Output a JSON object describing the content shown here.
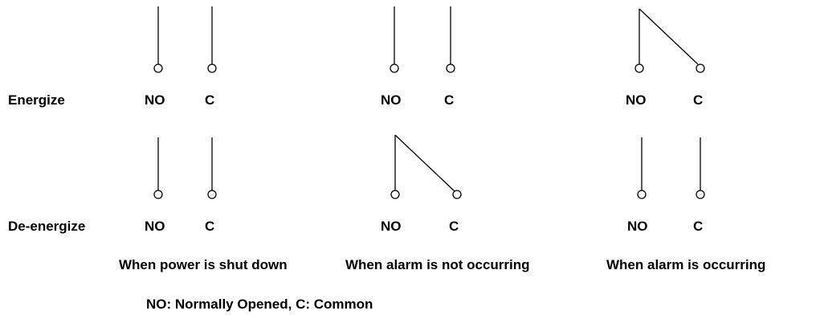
{
  "rows": [
    {
      "label": "Energize"
    },
    {
      "label": "De-energize"
    }
  ],
  "columns": [
    {
      "caption": "When power is shut down",
      "energize_contact": "open",
      "deenergize_contact": "open"
    },
    {
      "caption": "When alarm is not occurring",
      "energize_contact": "open",
      "deenergize_contact": "closed"
    },
    {
      "caption": "When alarm is occurring",
      "energize_contact": "closed",
      "deenergize_contact": "open"
    }
  ],
  "terminals": {
    "no": "NO",
    "c": "C"
  },
  "legend": "NO: Normally Opened, C: Common",
  "colors": {
    "line": "#000000",
    "background": "#ffffff"
  }
}
